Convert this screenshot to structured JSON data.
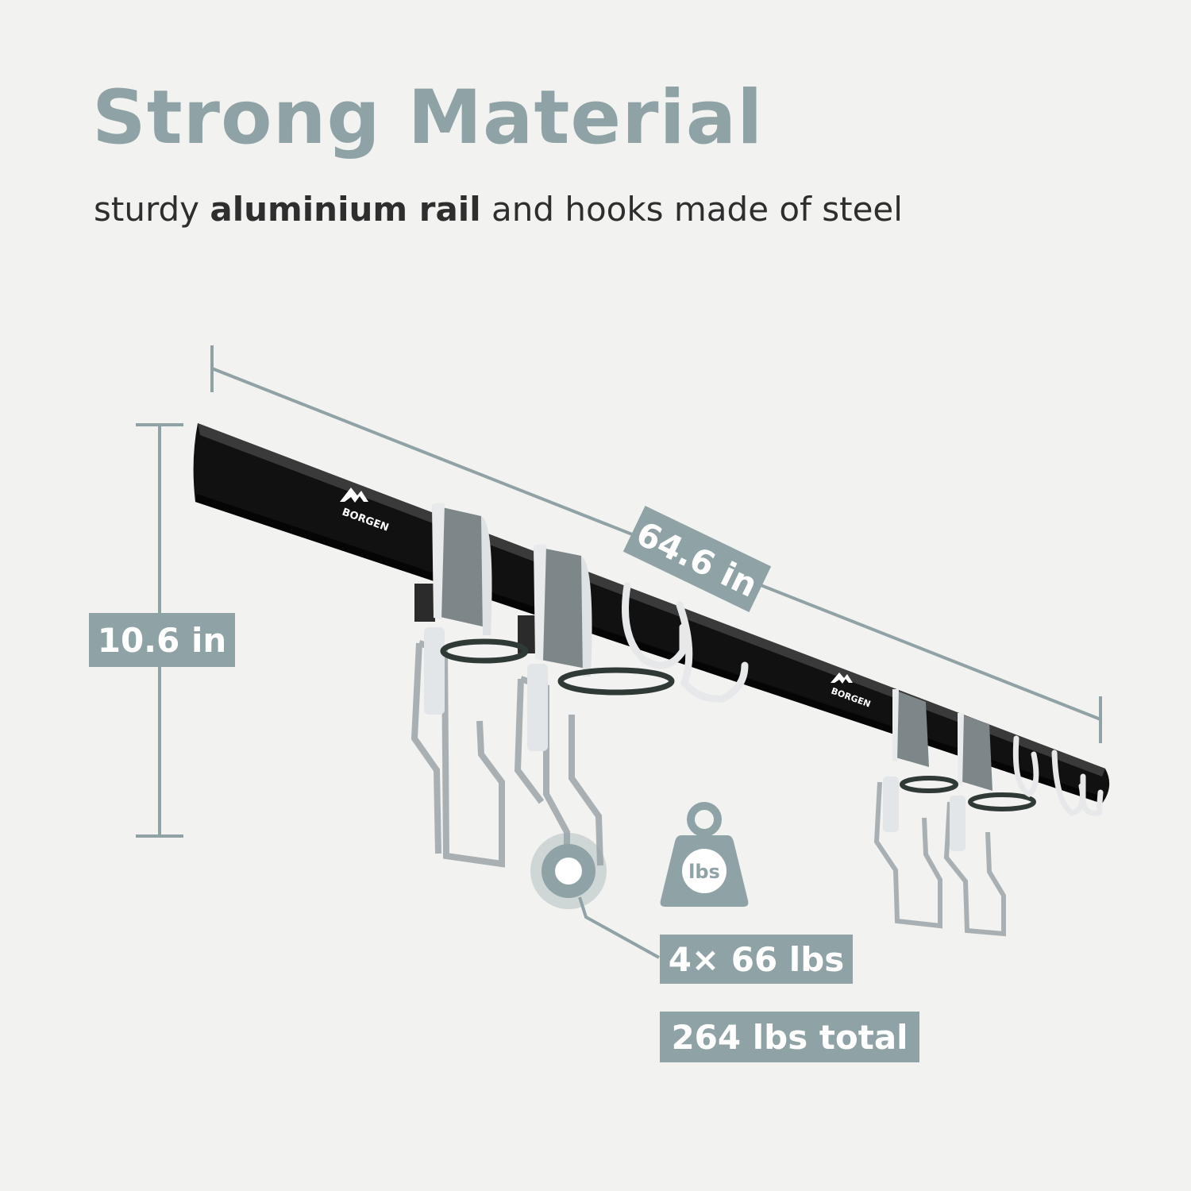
{
  "header": {
    "title": "Strong Material",
    "subtitle_pre": "sturdy ",
    "subtitle_bold": "aluminium rail",
    "subtitle_post": " and hooks made of steel"
  },
  "dimensions": {
    "length": "64.6 in",
    "height": "10.6 in"
  },
  "load": {
    "icon_text": "lbs",
    "per_hook": "4× 66 lbs",
    "total": "264 lbs total"
  },
  "brand": {
    "logo_text": "BORGEN"
  },
  "colors": {
    "accent": "#8fa3a6",
    "background": "#f2f2f0",
    "rail": "#111111",
    "text": "#2e2e2e"
  }
}
